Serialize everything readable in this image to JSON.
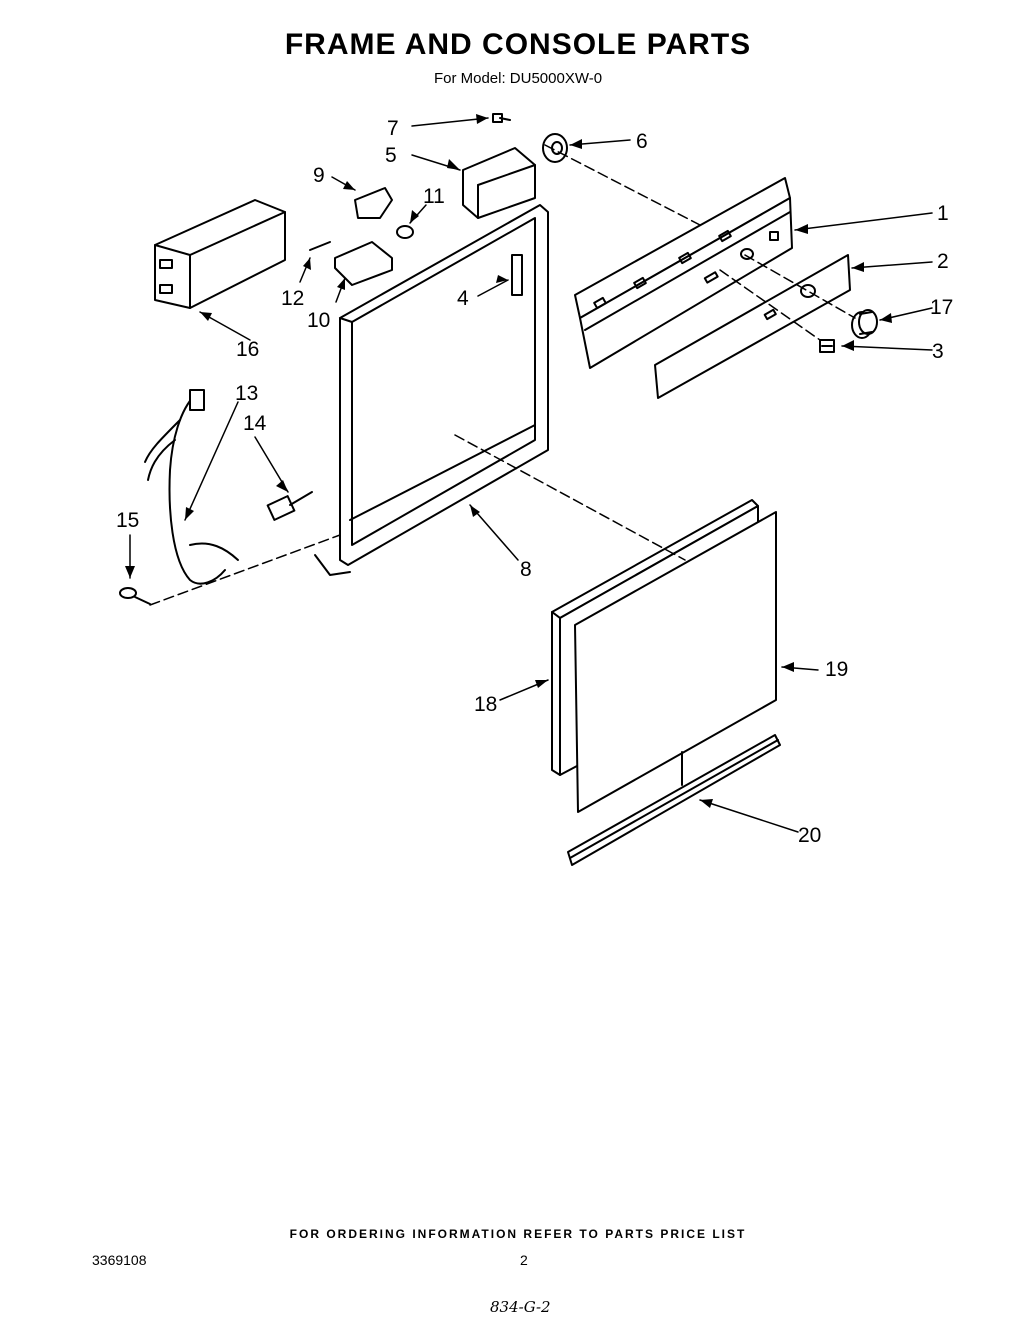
{
  "header": {
    "title": "FRAME AND CONSOLE PARTS",
    "subtitle": "For Model: DU5000XW-0"
  },
  "callouts": {
    "c1": "1",
    "c2": "2",
    "c3": "3",
    "c4": "4",
    "c5": "5",
    "c6": "6",
    "c7": "7",
    "c8": "8",
    "c9": "9",
    "c10": "10",
    "c11": "11",
    "c12": "12",
    "c13": "13",
    "c14": "14",
    "c15": "15",
    "c16": "16",
    "c17": "17",
    "c18": "18",
    "c19": "19",
    "c20": "20"
  },
  "footer": {
    "note": "FOR ORDERING INFORMATION REFER TO PARTS PRICE LIST",
    "doc_number": "3369108",
    "page_number": "2",
    "handwritten": "834-G-2"
  }
}
